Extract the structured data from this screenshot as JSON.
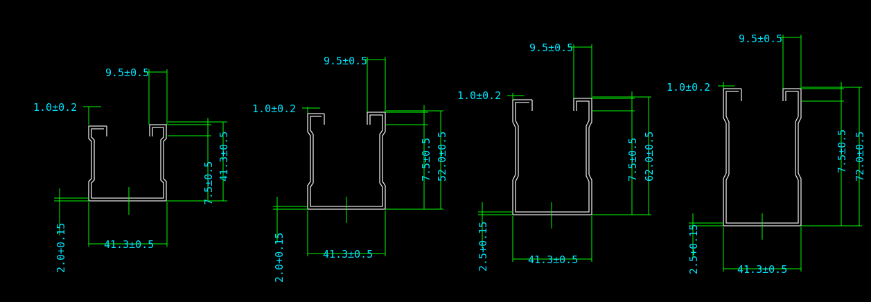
{
  "drawing": {
    "colors": {
      "background": "#000000",
      "profile": "#e6e6e6",
      "dimension_line": "#00ff00",
      "dimension_text": "#00e5ff"
    },
    "profiles": [
      {
        "name": "profile-1",
        "dims": {
          "lip": "9.5±0.5",
          "thickness": "1.0±0.2",
          "height": "41.3±0.5",
          "offset": "7.5±0.5",
          "width": "41.3±0.5",
          "gauge": "2.0+0.15"
        }
      },
      {
        "name": "profile-2",
        "dims": {
          "lip": "9.5±0.5",
          "thickness": "1.0±0.2",
          "height": "52.0±0.5",
          "offset": "7.5±0.5",
          "width": "41.3±0.5",
          "gauge": "2.0+0.15"
        }
      },
      {
        "name": "profile-3",
        "dims": {
          "lip": "9.5±0.5",
          "thickness": "1.0±0.2",
          "height": "62.0±0.5",
          "offset": "7.5±0.5",
          "width": "41.3±0.5",
          "gauge": "2.5+0.15"
        }
      },
      {
        "name": "profile-4",
        "dims": {
          "lip": "9.5±0.5",
          "thickness": "1.0±0.2",
          "height": "72.0±0.5",
          "offset": "7.5±0.5",
          "width": "41.3±0.5",
          "gauge": "2.5+0.15"
        }
      }
    ]
  }
}
